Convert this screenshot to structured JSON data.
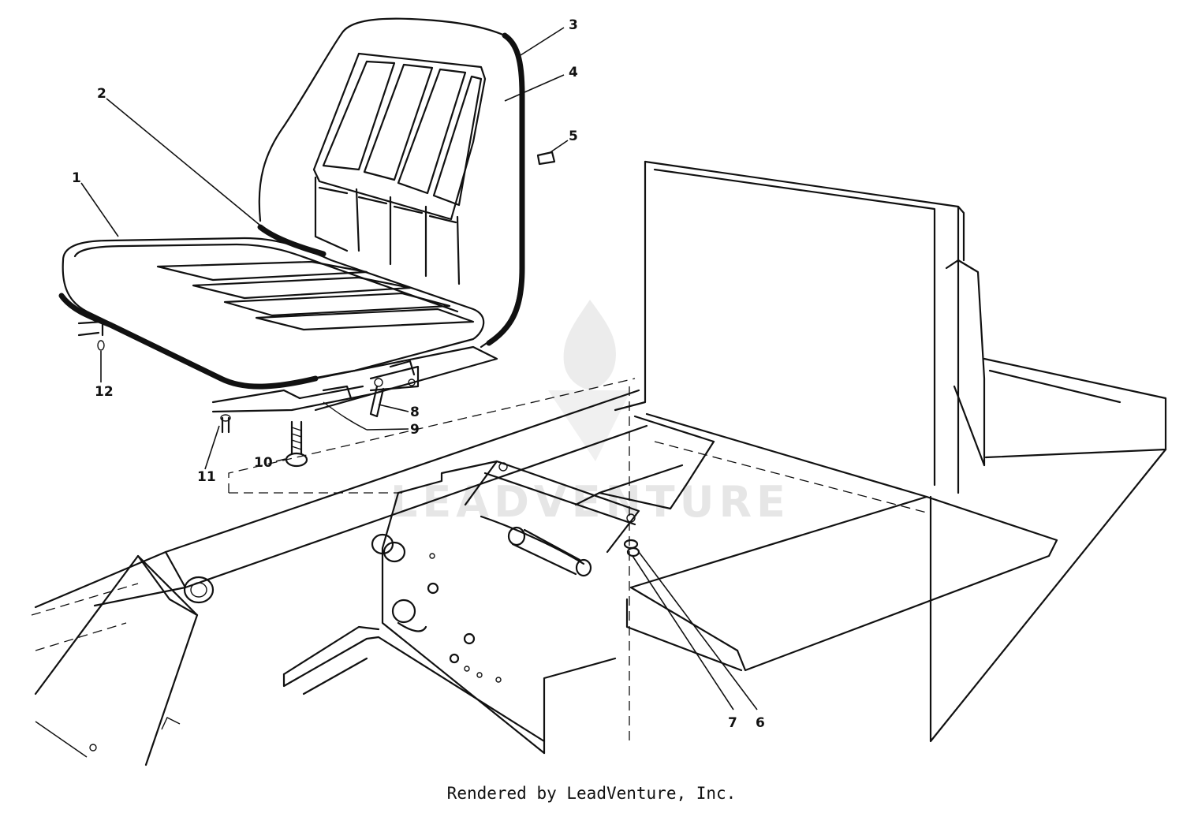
{
  "watermark": {
    "text": "LEADVENTURE",
    "icon": "flame-v-logo"
  },
  "callouts": [
    {
      "label": "1"
    },
    {
      "label": "2"
    },
    {
      "label": "3"
    },
    {
      "label": "4"
    },
    {
      "label": "5"
    },
    {
      "label": "6"
    },
    {
      "label": "7"
    },
    {
      "label": "8"
    },
    {
      "label": "9"
    },
    {
      "label": "10"
    },
    {
      "label": "11"
    },
    {
      "label": "12"
    }
  ],
  "footer": {
    "credit": "Rendered by LeadVenture, Inc."
  },
  "colors": {
    "ink": "#111111",
    "watermark": "#e6e6e6",
    "background": "#ffffff"
  }
}
